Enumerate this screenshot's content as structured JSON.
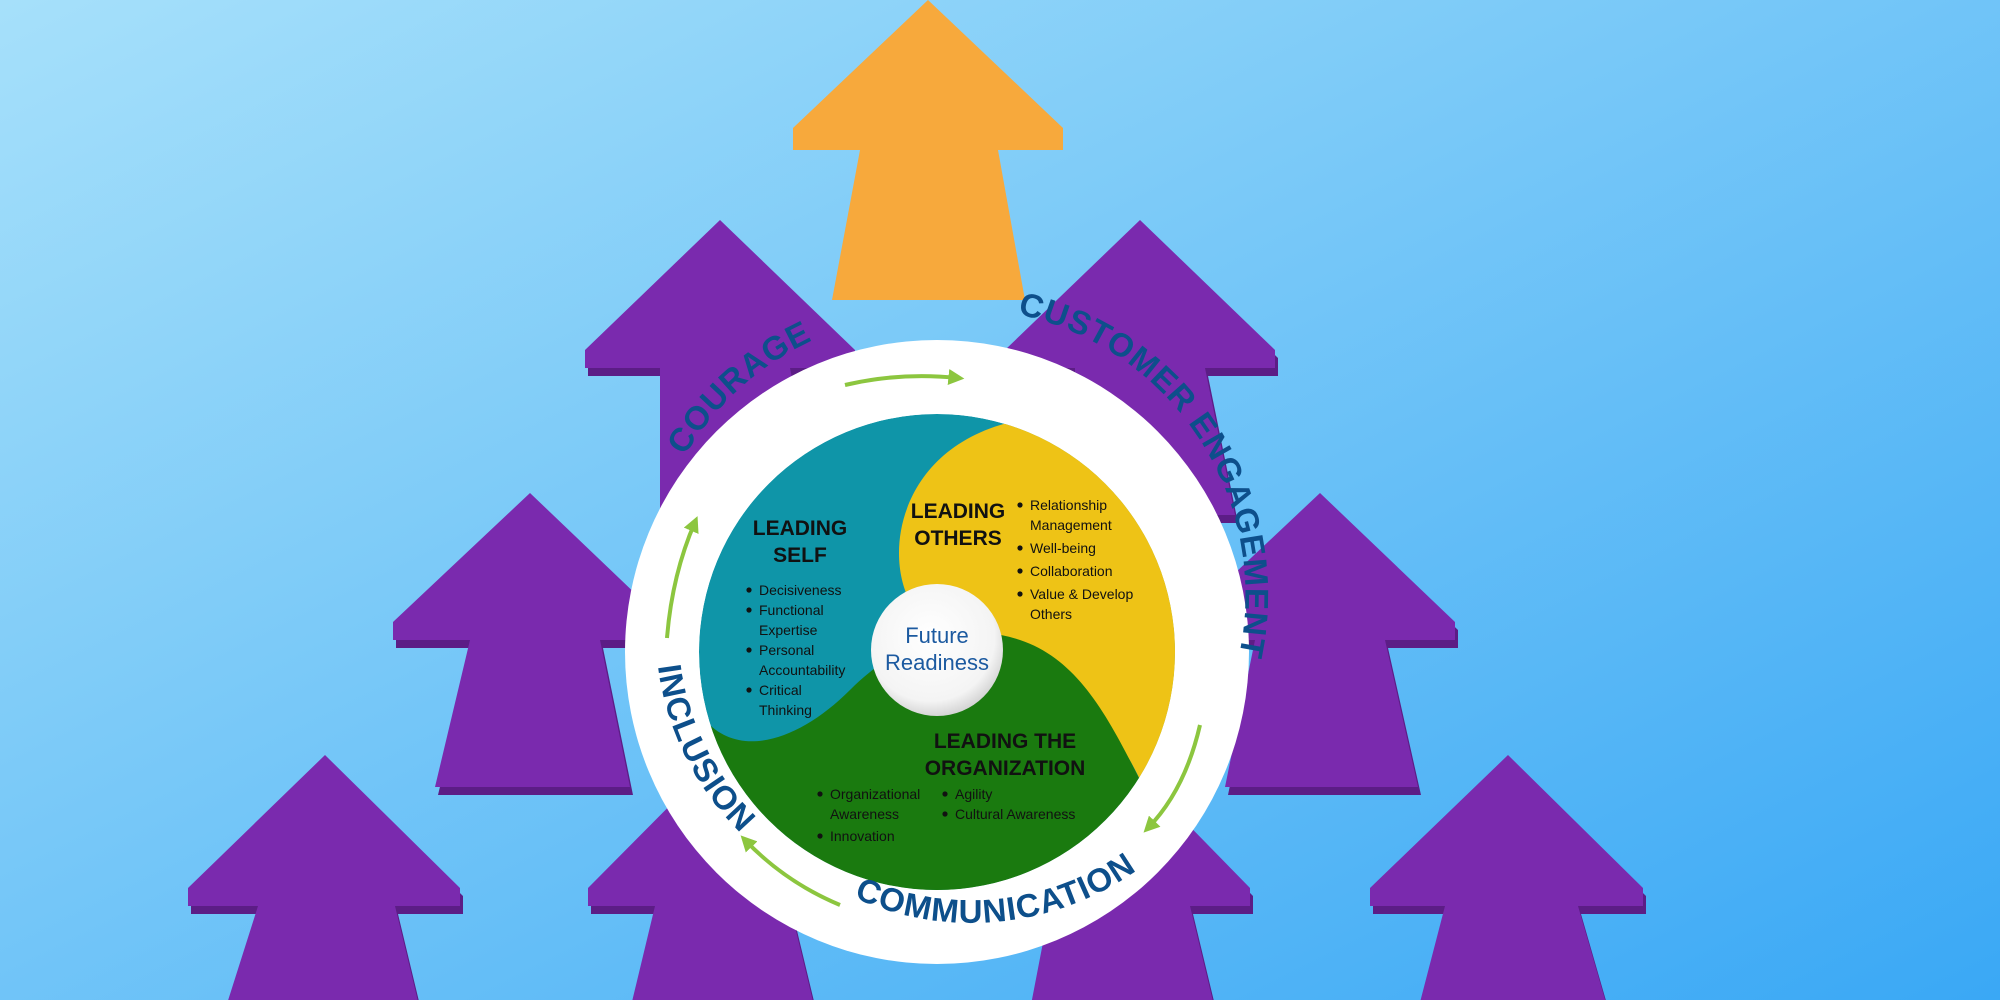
{
  "colors": {
    "bg_top": "#a3def9",
    "bg_bottom": "#3aa9f6",
    "arrow_purple": "#7a2aae",
    "arrow_purple_dark": "#5c1d86",
    "arrow_orange": "#f7a93c",
    "ring": "#ffffff",
    "ring_text": "#0d4f8b",
    "ring_arrow": "#8cc63f",
    "teal": "#0f95a8",
    "yellow": "#eec316",
    "green": "#1a7a0f",
    "center_text": "#1c5aa0"
  },
  "ring_labels": {
    "courage": "COURAGE",
    "customer_engagement": "CUSTOMER ENGAGEMENT",
    "communication": "COMMUNICATION",
    "inclusion": "INCLUSION"
  },
  "center": {
    "line1": "Future",
    "line2": "Readiness"
  },
  "leading_self": {
    "title1": "LEADING",
    "title2": "SELF",
    "bullets": [
      {
        "lines": [
          "Decisiveness"
        ]
      },
      {
        "lines": [
          "Functional",
          "Expertise"
        ]
      },
      {
        "lines": [
          "Personal",
          "Accountability"
        ]
      },
      {
        "lines": [
          "Critical",
          "Thinking"
        ]
      }
    ]
  },
  "leading_others": {
    "title1": "LEADING",
    "title2": "OTHERS",
    "bullets": [
      {
        "lines": [
          "Relationship",
          "Management"
        ]
      },
      {
        "lines": [
          "Well-being"
        ]
      },
      {
        "lines": [
          "Collaboration"
        ]
      },
      {
        "lines": [
          "Value & Develop",
          "Others"
        ]
      }
    ]
  },
  "leading_org": {
    "title1": "LEADING THE",
    "title2": "ORGANIZATION",
    "bullets_left": [
      {
        "lines": [
          "Organizational",
          "Awareness"
        ]
      },
      {
        "lines": [
          "Innovation"
        ]
      }
    ],
    "bullets_right": [
      {
        "lines": [
          "Agility"
        ]
      },
      {
        "lines": [
          "Cultural Awareness"
        ]
      }
    ]
  }
}
